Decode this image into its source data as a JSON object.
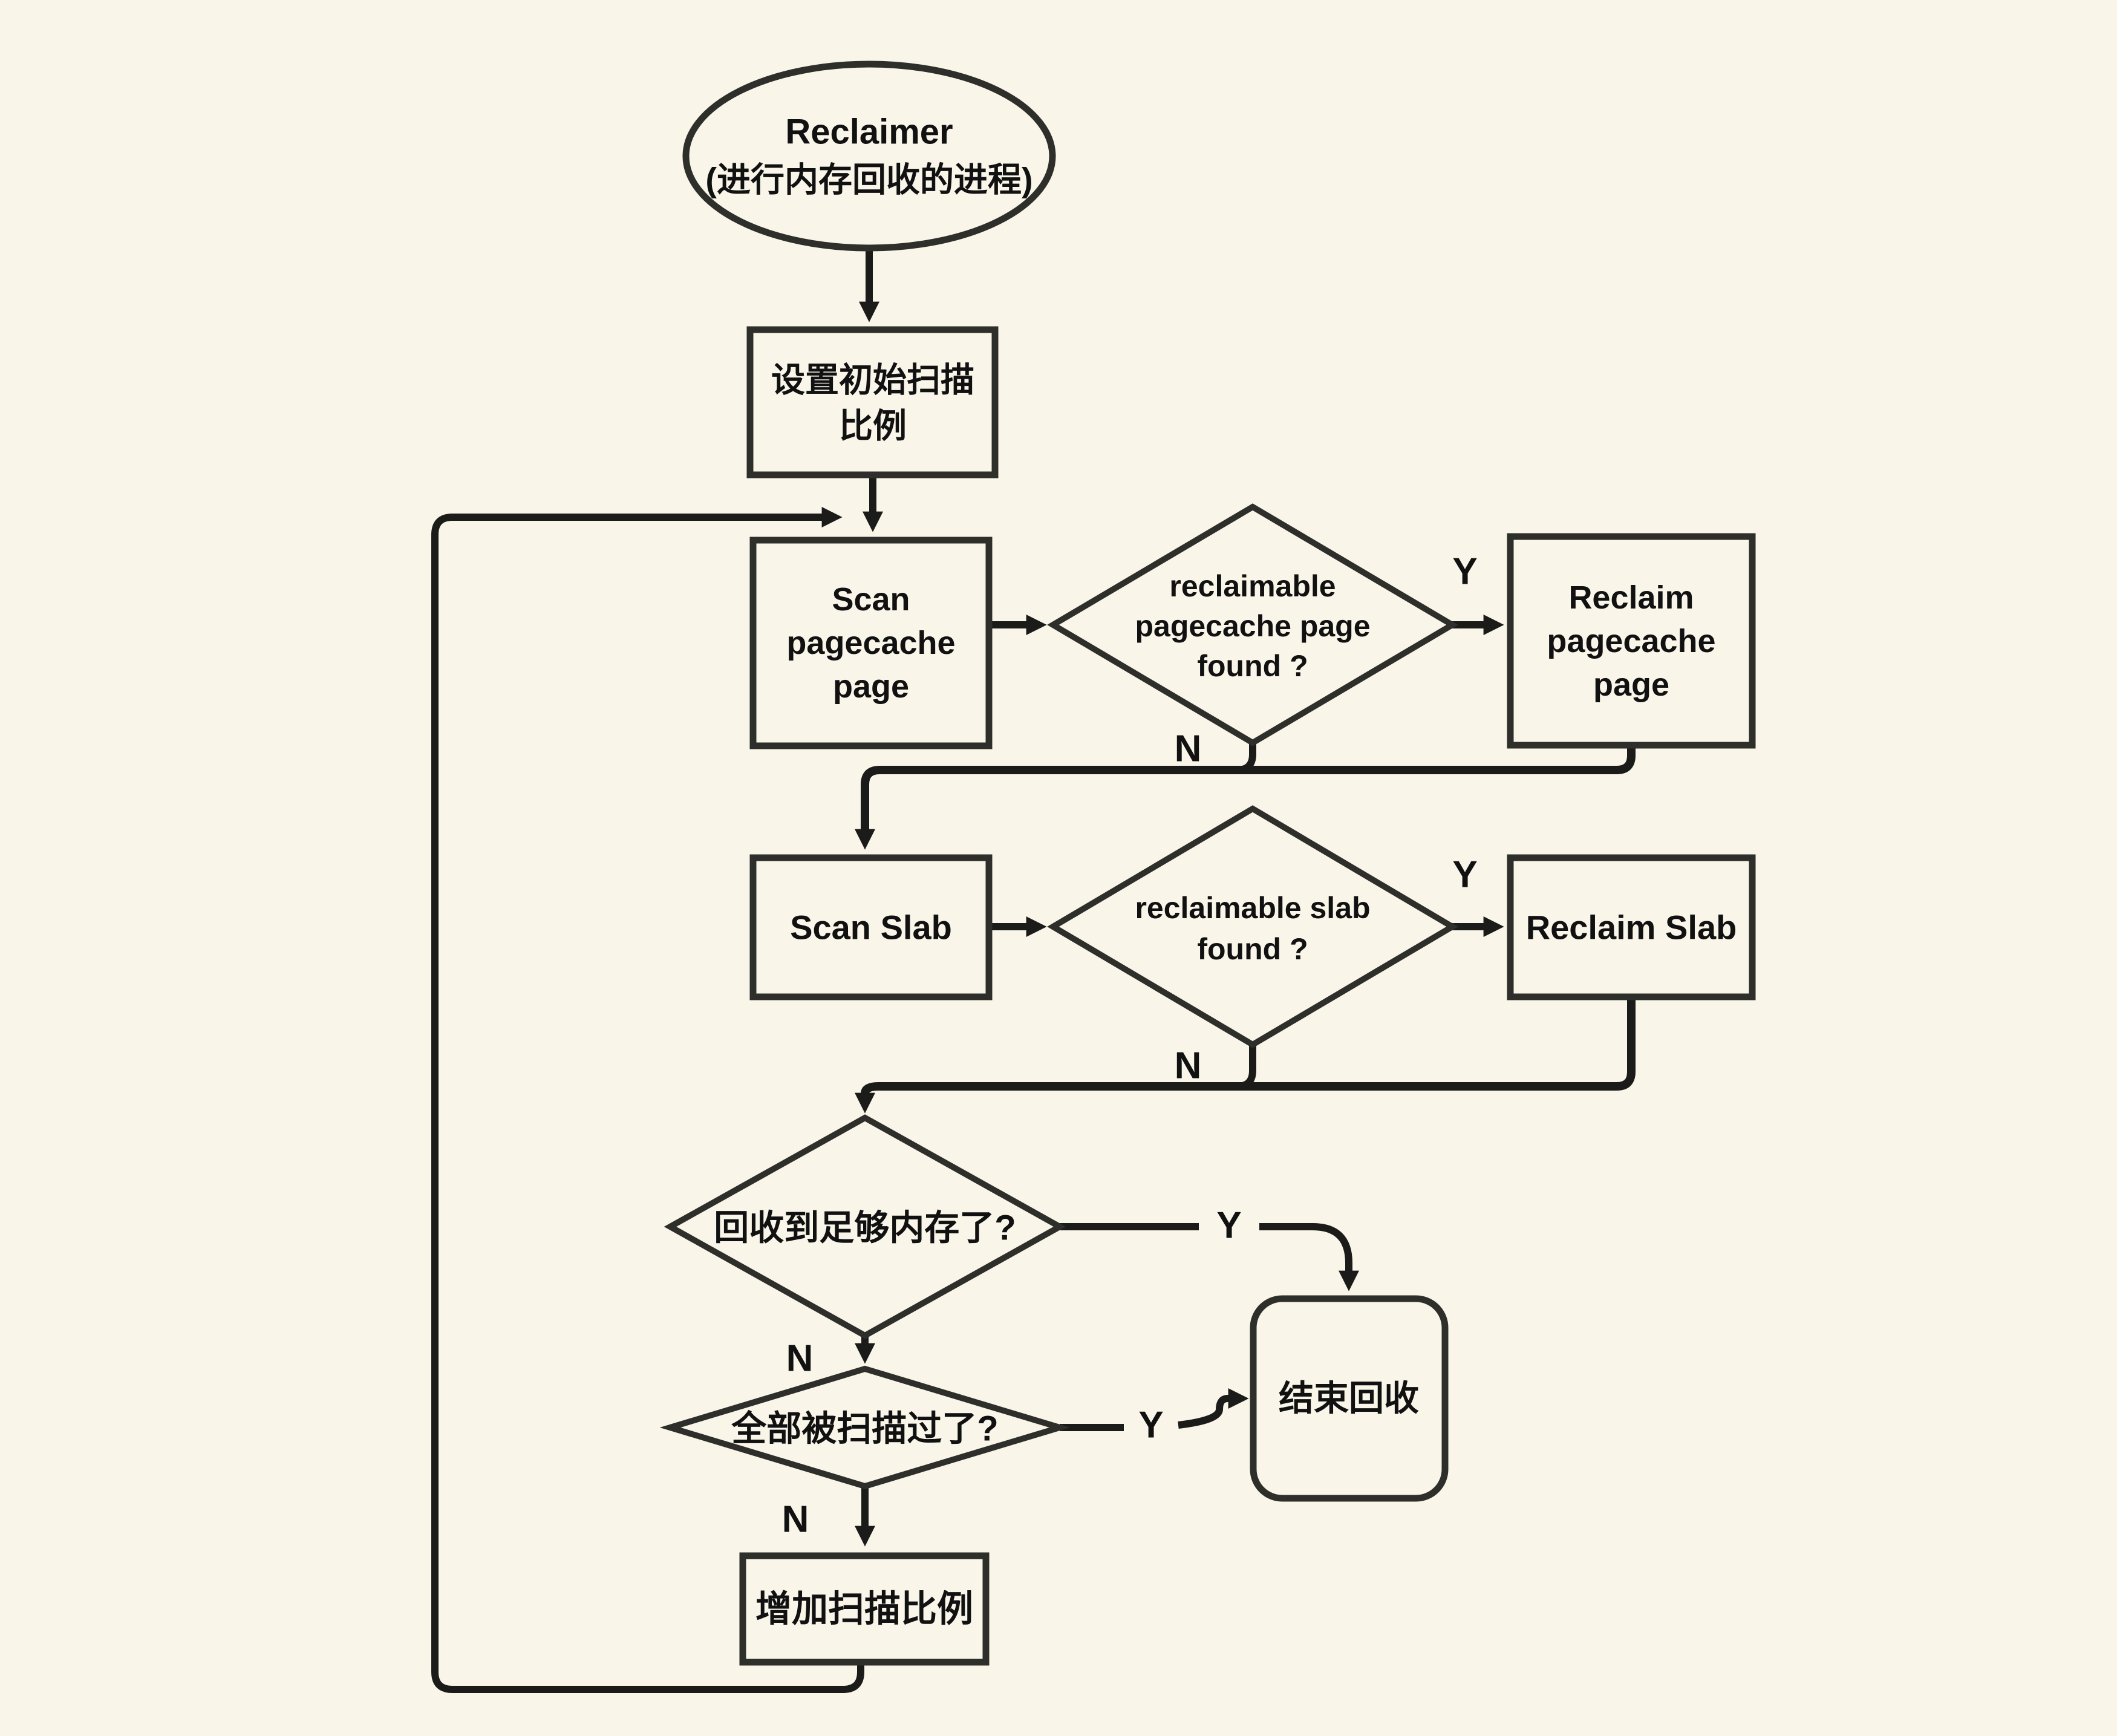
{
  "diagram": {
    "background_color": "#F9F5E9",
    "line_color": "#1B1B19",
    "shape_border_color": "#2E2E2A",
    "text_color": "#111111",
    "nodes": {
      "start": {
        "shape": "ellipse",
        "line1": "Reclaimer",
        "line2": "(进行内存回收的进程)"
      },
      "set_initial_scan_ratio": {
        "shape": "rect",
        "line1": "设置初始扫描",
        "line2": "比例"
      },
      "scan_pagecache_page": {
        "shape": "rect",
        "line1": "Scan",
        "line2": "pagecache",
        "line3": "page"
      },
      "reclaimable_pagecache_found": {
        "shape": "diamond",
        "line1": "reclaimable",
        "line2": "pagecache page",
        "line3": "found ?"
      },
      "reclaim_pagecache_page": {
        "shape": "rect",
        "line1": "Reclaim",
        "line2": "pagecache",
        "line3": "page"
      },
      "scan_slab": {
        "shape": "rect",
        "label": "Scan Slab"
      },
      "reclaimable_slab_found": {
        "shape": "diamond",
        "line1": "reclaimable slab",
        "line2": "found ?"
      },
      "reclaim_slab": {
        "shape": "rect",
        "label": "Reclaim Slab"
      },
      "enough_memory_reclaimed": {
        "shape": "diamond",
        "label": "回收到足够内存了?"
      },
      "all_scanned": {
        "shape": "diamond",
        "label": "全部被扫描过了?"
      },
      "end_reclaim": {
        "shape": "rounded-rect",
        "label": "结束回收"
      },
      "increase_scan_ratio": {
        "shape": "rect",
        "label": "增加扫描比例"
      }
    },
    "edge_labels": {
      "pagecache_found_yes": "Y",
      "pagecache_found_no": "N",
      "slab_found_yes": "Y",
      "slab_found_no": "N",
      "enough_memory_yes": "Y",
      "enough_memory_no": "N",
      "all_scanned_yes": "Y",
      "all_scanned_no": "N"
    }
  }
}
